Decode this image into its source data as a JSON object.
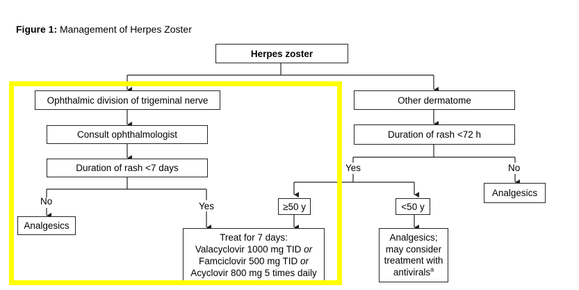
{
  "caption": {
    "prefix": "Figure 1:",
    "text": "Management of Herpes Zoster"
  },
  "nodes": {
    "root": "Herpes zoster",
    "ophthalmic": "Ophthalmic division of trigeminal nerve",
    "consult": "Consult ophthalmologist",
    "duration7": "Duration of rash <7 days",
    "analgesics_left": "Analgesics",
    "age50plus": "≥50 y",
    "treat": {
      "line1": "Treat for 7 days:",
      "line2_main": "Valacyclovir 1000 mg TID",
      "line2_or": "or",
      "line3_main": "Famciclovir 500 mg TID",
      "line3_or": "or",
      "line4": "Acyclovir 800 mg 5 times daily"
    },
    "other": "Other dermatome",
    "duration72": "Duration of rash <72 h",
    "age50less": "<50 y",
    "may_consider": {
      "line1": "Analgesics;",
      "line2": "may consider",
      "line3": "treatment with",
      "line4": "antivirals",
      "sup": "a"
    },
    "analgesics_right": "Analgesics"
  },
  "edge_labels": {
    "no_left": "No",
    "yes_left": "Yes",
    "yes_right": "Yes",
    "no_right": "No"
  },
  "highlight_color": "#ffff00"
}
